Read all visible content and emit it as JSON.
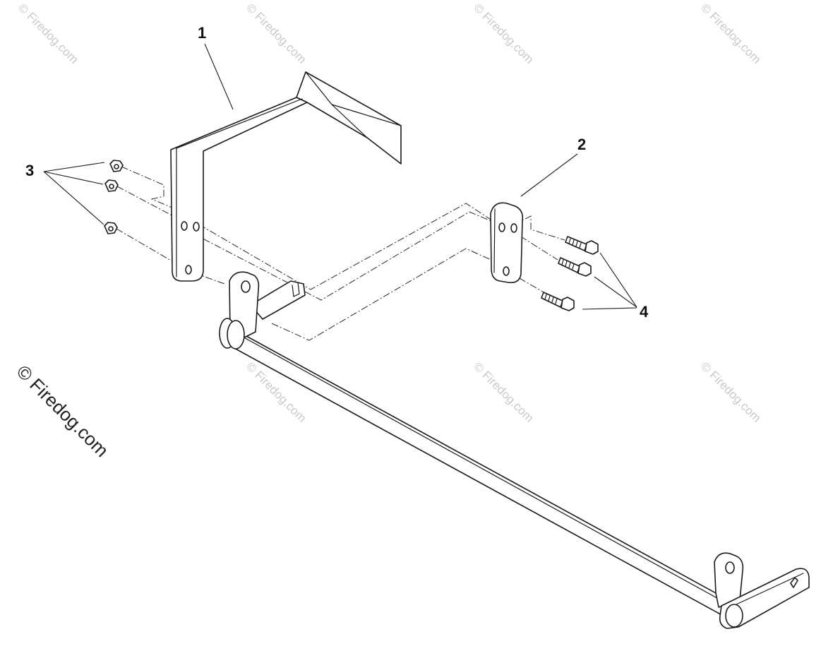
{
  "callouts": {
    "c1": "1",
    "c2": "2",
    "c3": "3",
    "c4": "4"
  },
  "watermark": {
    "small_text": "© Firedog.com",
    "large_text": "© Firedog.com"
  },
  "colors": {
    "line": "#1a1a1a",
    "watermark": "#c9c9c9",
    "background": "#ffffff"
  }
}
